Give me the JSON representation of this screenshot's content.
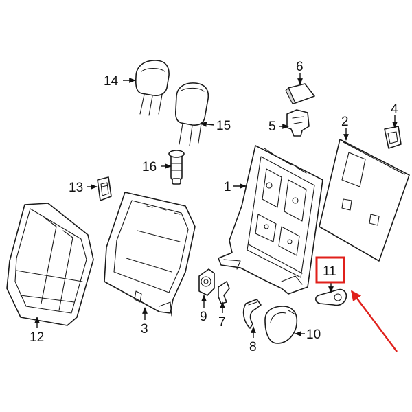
{
  "callouts": {
    "c1": "1",
    "c2": "2",
    "c3": "3",
    "c4": "4",
    "c5": "5",
    "c6": "6",
    "c7": "7",
    "c8": "8",
    "c9": "9",
    "c10": "10",
    "c11": "11",
    "c12": "12",
    "c13": "13",
    "c14": "14",
    "c15": "15",
    "c16": "16"
  },
  "highlight": {
    "callout": "11",
    "box_color": "#e0201b",
    "pointer_color": "#e0201b"
  }
}
